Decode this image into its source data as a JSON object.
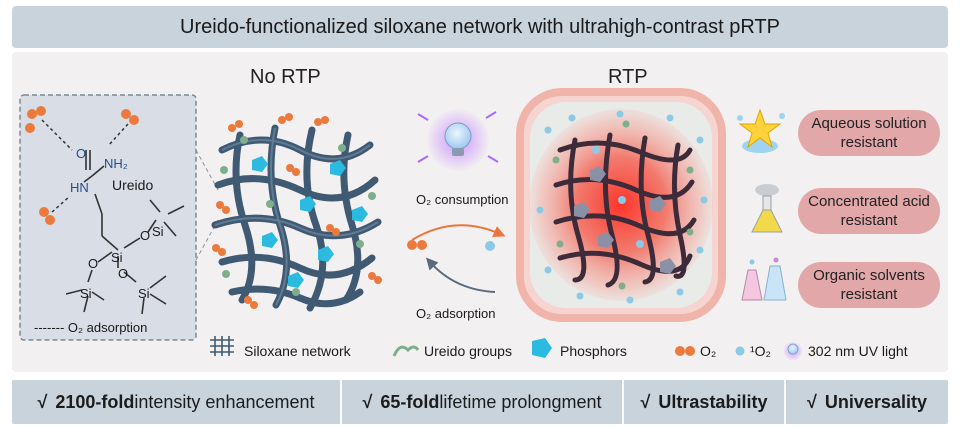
{
  "title": "Ureido-functionalized siloxane network with ultrahigh-contrast pRTP",
  "headings": {
    "no_rtp": "No RTP",
    "rtp": "RTP"
  },
  "molecule": {
    "o_label": "O",
    "nh2_label": "NH₂",
    "hn_label": "HN",
    "ureido_label": "Ureido",
    "si_label": "Si",
    "o_atom": "O",
    "dashed_legend": "------- O₂ adsorption"
  },
  "process": {
    "consumption": "O₂ consumption",
    "adsorption": "O₂ adsorption"
  },
  "resistance": [
    {
      "line1": "Aqueous solution",
      "line2": "resistant"
    },
    {
      "line1": "Concentrated acid",
      "line2": "resistant"
    },
    {
      "line1": "Organic solvents",
      "line2": "resistant"
    }
  ],
  "legend": {
    "siloxane": "Siloxane network",
    "ureido": "Ureido groups",
    "phosphors": "Phosphors",
    "o2": "O₂",
    "singlet_o2": "¹O₂",
    "uv": "302 nm UV light"
  },
  "bottom": [
    {
      "check": "√",
      "bold": "2100-fold",
      "rest": " intensity enhancement"
    },
    {
      "check": "√",
      "bold": "65-fold",
      "rest": " lifetime prolongment"
    },
    {
      "check": "√",
      "bold": "Ultrastability",
      "rest": ""
    },
    {
      "check": "√",
      "bold": "Universality",
      "rest": ""
    }
  ],
  "colors": {
    "network": "#3f5a72",
    "ureido_green": "#7fae8d",
    "phosphor": "#2bbbe0",
    "oxygen": "#ec7a3c",
    "singlet": "#8cc9e6",
    "glow": "#e8412f",
    "pill": "#e2a7a8"
  }
}
